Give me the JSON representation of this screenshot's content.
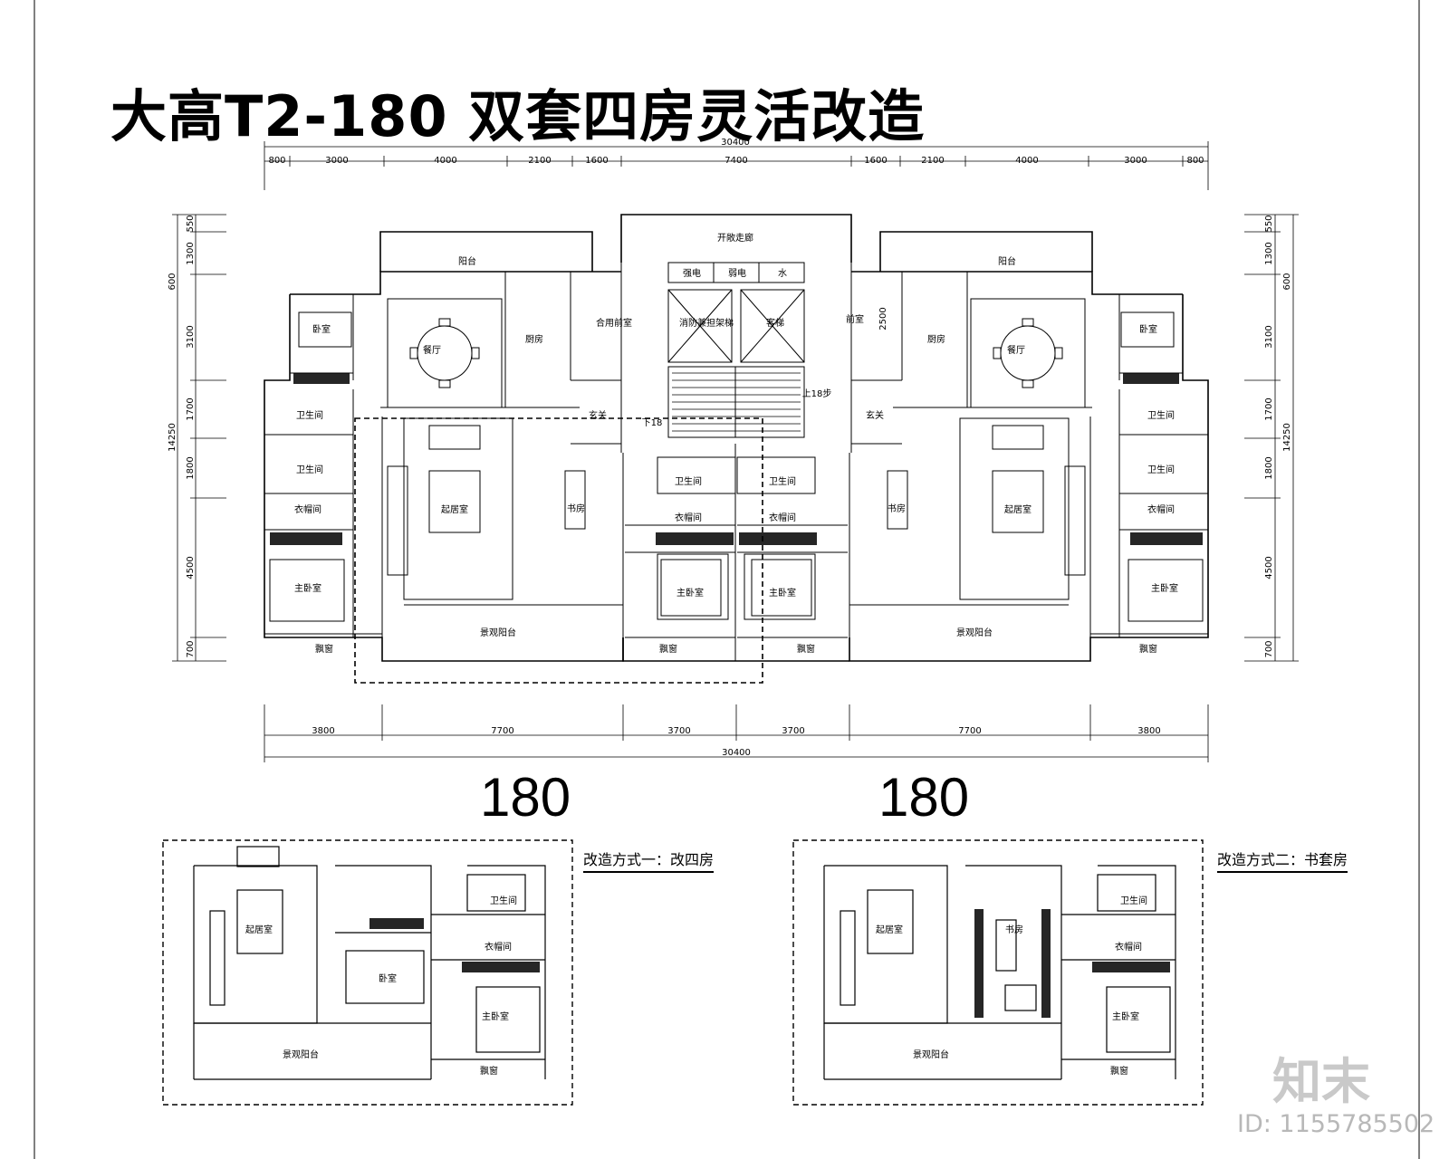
{
  "title": "大高T2-180 双套四房灵活改造",
  "dims": {
    "top_total": "30400",
    "top_segments": [
      "800",
      "3000",
      "4000",
      "2100",
      "1600",
      "7400",
      "1600",
      "2100",
      "4000",
      "3000",
      "800"
    ],
    "bottom_segments": [
      "3800",
      "7700",
      "3700",
      "3700",
      "7700",
      "3800"
    ],
    "bottom_total": "30400",
    "left_segments": [
      "550",
      "1300",
      "3100",
      "1700",
      "1800",
      "4500",
      "700"
    ],
    "left_sub": "600",
    "left_total": "14250",
    "right_segments": [
      "550",
      "1300",
      "3100",
      "1700",
      "1800",
      "4500",
      "700"
    ],
    "right_sub": "600",
    "right_total": "14250"
  },
  "rooms": {
    "balcony": "阳台",
    "bedroom": "卧室",
    "dining": "餐厅",
    "kitchen": "厨房",
    "lobby_shared": "合用前室",
    "lobby": "前室",
    "vestibule": "玄关",
    "bathroom": "卫生间",
    "closet": "衣帽间",
    "living": "起居室",
    "study": "书房",
    "master": "主卧室",
    "bay": "飘窗",
    "view_balcony": "景观阳台",
    "corridor": "开敞走廊",
    "weak_elec": "弱电",
    "strong_elec": "强电",
    "water": "水",
    "fire_elevator": "消防兼担架梯",
    "passenger_elevator": "客梯",
    "stair_down": "下18",
    "stair_up": "上18步",
    "lobby_depth": "2500"
  },
  "unit_area_left": "180",
  "unit_area_right": "180",
  "scheme1_label": "改造方式一：改四房",
  "scheme2_label": "改造方式二：书套房",
  "watermark": {
    "brand": "知末",
    "id": "ID: 1155785502"
  }
}
